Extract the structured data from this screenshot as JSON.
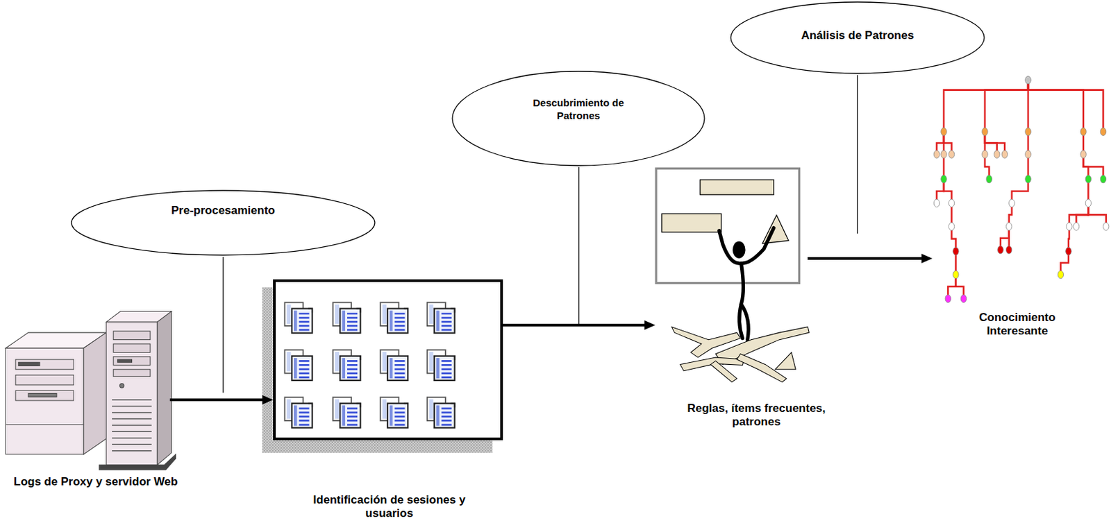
{
  "diagram": {
    "nodes": [
      {
        "text": [
          "Pre-procesamiento"
        ]
      },
      {
        "text": [
          "Logs de Proxy y servidor Web"
        ]
      },
      {
        "text": [
          "Identificación de sesiones y usuarios"
        ]
      },
      {
        "text": [
          "Descubrimiento de Patrones"
        ]
      },
      {
        "text": [
          "Reglas, ítems frecuentes, patrones"
        ]
      },
      {
        "text": [
          "Análisis de Patrones"
        ]
      },
      {
        "text": [
          "Conocimiento Interesante"
        ]
      }
    ],
    "edges": [
      {
        "from": 1,
        "to": 2,
        "arrow": "to"
      },
      {
        "from": 2,
        "to": 4,
        "arrow": "to"
      },
      {
        "from": 4,
        "to": 6,
        "arrow": "to"
      }
    ]
  }
}
